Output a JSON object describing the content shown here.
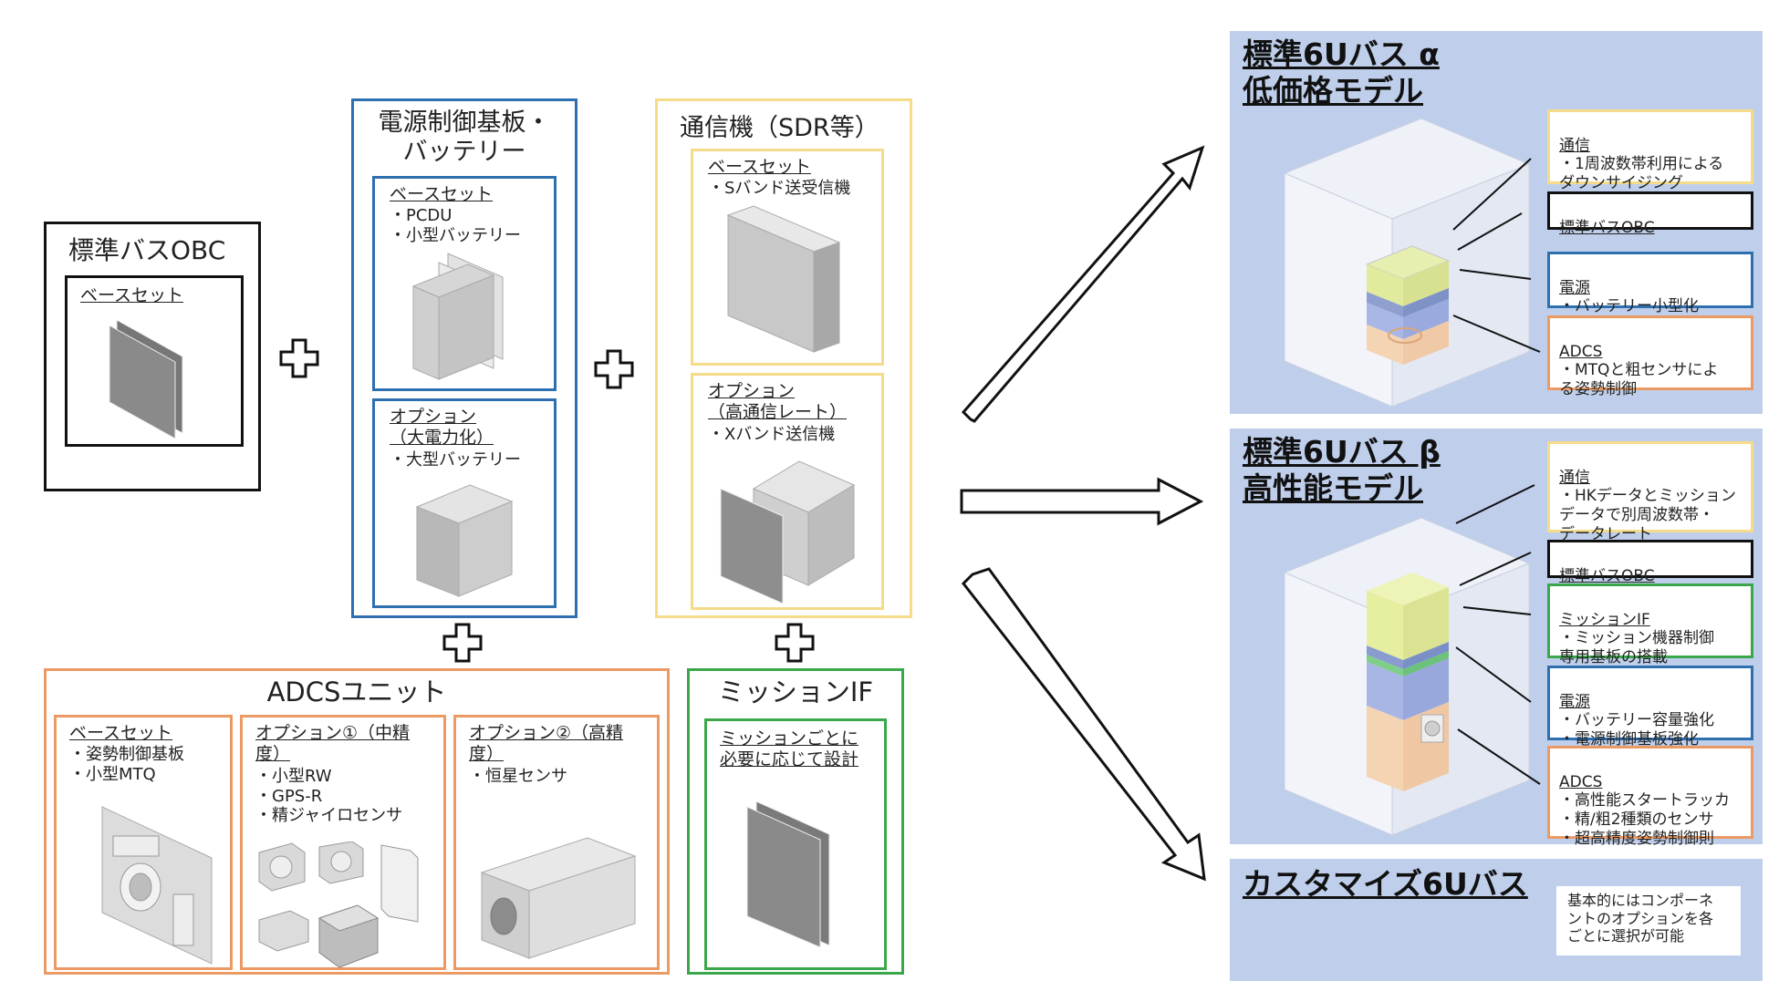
{
  "obc": {
    "title": "標準バスOBC",
    "base_label": "ベースセット"
  },
  "power": {
    "title": "電源制御基板・\nバッテリー",
    "base_label": "ベースセット",
    "base_items": "・PCDU\n・小型バッテリー",
    "option_label": "オプション\n（大電力化）",
    "option_items": "・大型バッテリー"
  },
  "comm": {
    "title": "通信機（SDR等）",
    "base_label": "ベースセット",
    "base_items": "・Sバンド送受信機",
    "option_label": "オプション\n（高通信レート）",
    "option_items": "・Xバンド送信機"
  },
  "adcs": {
    "title": "ADCSユニット",
    "base_label": "ベースセット",
    "base_items": "・姿勢制御基板\n・小型MTQ",
    "opt1_label": "オプション①（中精\n度）",
    "opt1_items": "・小型RW\n・GPS-R\n・精ジャイロセンサ",
    "opt2_label": "オプション②（高精\n度）",
    "opt2_items": "・恒星センサ"
  },
  "mission": {
    "title": "ミッションIF",
    "label": "ミッションごとに\n必要に応じて設計"
  },
  "alpha": {
    "title": "標準6Uバス α\n低価格モデル",
    "comm_label": "通信",
    "comm_text": "・1周波数帯利用による\nダウンサイジング",
    "obc_label": "標準バスOBC",
    "power_label": "電源",
    "power_text": "・バッテリー小型化",
    "adcs_label": "ADCS",
    "adcs_text": "・MTQと粗センサによ\nる姿勢制御"
  },
  "beta": {
    "title": "標準6Uバス β\n高性能モデル",
    "comm_label": "通信",
    "comm_text": "・HKデータとミッション\nデータで別周波数帯・\nデータレート",
    "obc_label": "標準バスOBC",
    "mission_label": "ミッションIF",
    "mission_text": "・ミッション機器制御\n専用基板の搭載",
    "power_label": "電源",
    "power_text": "・バッテリー容量強化\n・電源制御基板強化",
    "adcs_label": "ADCS",
    "adcs_text": "・高性能スタートラッカ\n・精/粗2種類のセンサ\n・超高精度姿勢制御則"
  },
  "custom": {
    "title": "カスタマイズ6Uバス",
    "note": "基本的にはコンポーネ\nントのオプションを各\nごとに選択が可能"
  },
  "colors": {
    "black": "#111111",
    "blue": "#2e6fb0",
    "yellow": "#f5dc8a",
    "orange": "#ec9a63",
    "green": "#3aa84a",
    "panel": "#bfcfeb"
  }
}
